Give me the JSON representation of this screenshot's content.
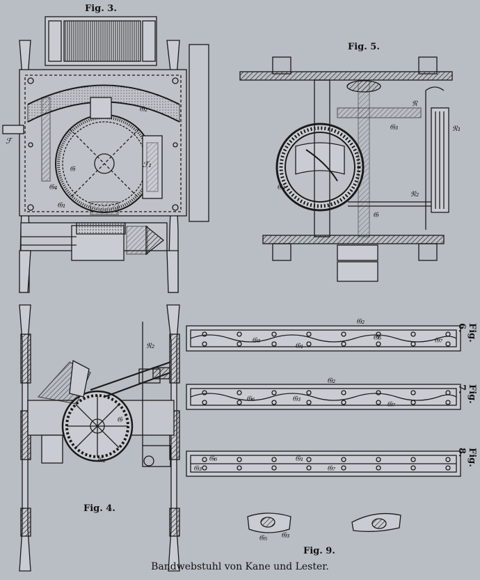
{
  "figures": {
    "fig3": "Fig. 3.",
    "fig4": "Fig. 4.",
    "fig5": "Fig. 5.",
    "fig6": "Fig. 6.",
    "fig7": "Fig. 7.",
    "fig8": "Fig. 8.",
    "fig9": "Fig. 9."
  },
  "caption": "Bandwebstuhl von Kane und Lester.",
  "labels": {
    "fig3": [
      "ℱ",
      "𝔊",
      "𝔊₁",
      "𝔊₂",
      "𝔊₄",
      "ℱ₁"
    ],
    "fig4": [
      "𝔑₂",
      "𝔊",
      "𝔊₂"
    ],
    "fig5": [
      "𝔑₁",
      "𝔑",
      "𝔊₃",
      "𝔊₄",
      "𝔑₂",
      "𝔊"
    ],
    "fig6": [
      "𝔊₂",
      "𝔊₃",
      "𝔊₆",
      "𝔊₁",
      "𝔊₇"
    ],
    "fig7": [
      "𝔊₂",
      "𝔊₆",
      "𝔊₃",
      "𝔊₇"
    ],
    "fig8": [
      "𝔊₆",
      "𝔊₁",
      "𝔊₃",
      "𝔊₇"
    ],
    "fig9": [
      "𝔊₅",
      "𝔊₃"
    ]
  }
}
